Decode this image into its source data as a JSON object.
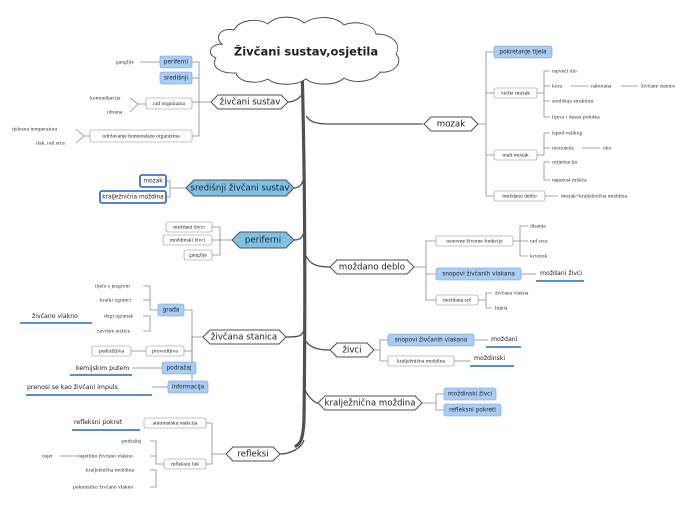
{
  "title": "Živčani sustav,osjetila",
  "topics": {
    "zivcani_sustav": "živčani sustav",
    "sredisnji": "središnji živčani sustav",
    "periferni": "periferni",
    "zivcana_stanica": "živčana stanica",
    "refleksi": "refleksi",
    "mozak": "mozak",
    "mozdano_deblo": "moždano deblo",
    "zivci": "živci",
    "krajeznicna": "kralježnična moždina"
  },
  "zivcani_sustav": {
    "periferni": "periferni",
    "sredisnji": "središnji",
    "ganglije": "ganglije",
    "rad_organizma": "rad organizma",
    "komunikacija": "komunikacija",
    "obrana": "obrana",
    "odrzavanje": "održavanje homeostaze organizma",
    "tjelesna": "tjelesna temperatura",
    "tlak": "tlak, rad srca"
  },
  "sredisnji": {
    "mozak": "mozak",
    "mozdina": "kralježnična moždina"
  },
  "periferni": {
    "mozdani_zivci": "moždani živci",
    "mozdinski_zivci": "moždinski živci",
    "ganglije": "ganglije"
  },
  "stanica": {
    "grada": "građa",
    "tijelo": "tijelo s jezgrom",
    "kratki": "kratki ogranci",
    "dugi": "dugi ogranak",
    "zivcano_vlakno": "živčano vlakno",
    "zavrsne": "završne nožice",
    "provodljiva": "provodljiva",
    "podrazljiva": "podražljiva",
    "podrazaj": "podražaj",
    "kemijskim": "kemijskim putem",
    "informacija": "informacija",
    "prenosi": "prenosi  se kao živčani impuls"
  },
  "refleksi": {
    "automatska": "automatska reakcija",
    "refleksni_pokret": "refleksni pokret",
    "refleksni_luk": "refleksni luk",
    "podrazaj": "podražaj",
    "osjet": "osjet",
    "osjetilno": "osjetilno živčano vlakno",
    "mozdina": "kralježnična moždina",
    "pokretacko": "pokretačko živčano vlakno"
  },
  "mozak": {
    "pokretanje": "pokretanje tijela",
    "veliki": "veliki mozak",
    "najveci": "najveći dio",
    "kora": "kora",
    "naborana": "naborana",
    "zivcane_stanice": "živčane stanice",
    "sredisnja": "središnja struktura",
    "lijeva": "lijeva i desna polutka",
    "mali": "mali mozak",
    "ispod": "ispod velikog",
    "ravnoteza": "ravnoteža",
    "uho": "uho",
    "orijentacija": "orijentacija",
    "napetost": "napetost mišića",
    "deblo": "moždano deblo",
    "deblo_note": "mozak+kralježnična moždina"
  },
  "deblo": {
    "osnovne": "osnovne životne funkcije",
    "disanje": "disanje",
    "rad_srca": "rad srca",
    "krvotok": "krvotok",
    "snopovi": "snopovi živčanih vlakana",
    "mozdani_zivci": "moždani živci",
    "srz": "moždana srž",
    "zivcana_vlakna": "živčana vlakna",
    "bijela": "bijela"
  },
  "zivci": {
    "snopovi": "snopovi živčanih vlakana",
    "mozdani": "moždani",
    "mozdina": "kralježnična moždina",
    "mozdinski": "moždinski"
  },
  "krajeznicna": {
    "mozdinski_zivci": "moždinski živci",
    "refleksni": "refleksni pokreti"
  },
  "colors": {
    "accent_blue": "#7fc1e6",
    "box_blue": "#a9cdf5",
    "underline": "#1f6fb5"
  }
}
